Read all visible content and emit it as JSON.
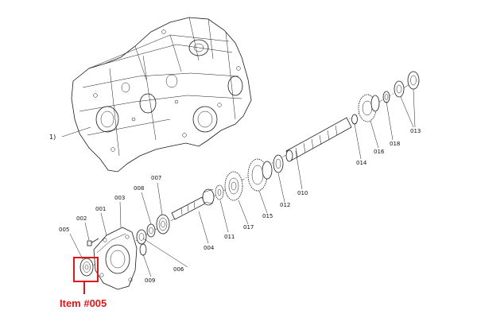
{
  "diagram": {
    "housing_label": "1)",
    "parts": [
      {
        "id": "001",
        "text": "001"
      },
      {
        "id": "002",
        "text": "002"
      },
      {
        "id": "003",
        "text": "003"
      },
      {
        "id": "004",
        "text": "004"
      },
      {
        "id": "005",
        "text": "005"
      },
      {
        "id": "006",
        "text": "006"
      },
      {
        "id": "007",
        "text": "007"
      },
      {
        "id": "008",
        "text": "008"
      },
      {
        "id": "009",
        "text": "009"
      },
      {
        "id": "010",
        "text": "010"
      },
      {
        "id": "011",
        "text": "011"
      },
      {
        "id": "012",
        "text": "012"
      },
      {
        "id": "013",
        "text": "013"
      },
      {
        "id": "014",
        "text": "014"
      },
      {
        "id": "015",
        "text": "015"
      },
      {
        "id": "016",
        "text": "016"
      },
      {
        "id": "017",
        "text": "017"
      },
      {
        "id": "018",
        "text": "018"
      }
    ],
    "highlight": {
      "text": "Item #005",
      "color": "#e0161b"
    }
  }
}
